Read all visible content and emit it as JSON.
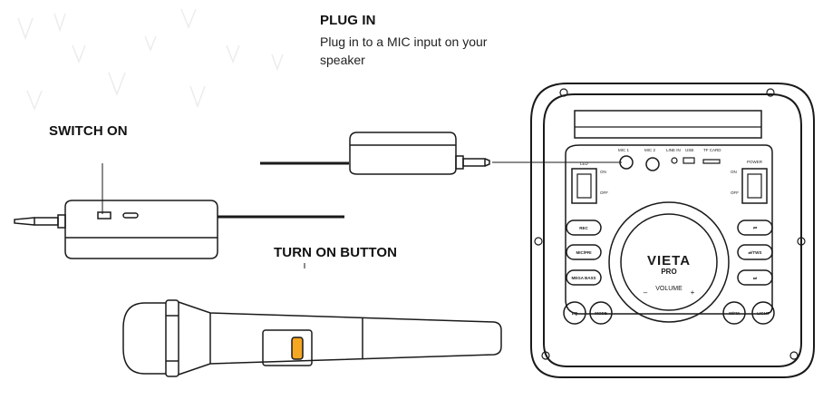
{
  "headings": {
    "plug_in": "PLUG IN",
    "switch_on": "SWITCH ON",
    "turn_on_button": "TURN ON BUTTON"
  },
  "plug_in_description": "Plug in to a MIC input on your speaker",
  "speaker": {
    "brand_line1": "VIETA",
    "brand_line2": "PRO",
    "volume_label": "VOLUME",
    "volume_minus": "–",
    "volume_plus": "+",
    "top_labels": [
      "MIC 1",
      "MIC 2",
      "LINE IN",
      "USB",
      "TF CARD"
    ],
    "left_switch": {
      "label": "LED",
      "on": "ON",
      "off": "OFF"
    },
    "right_switch": {
      "label": "POWER",
      "on": "ON",
      "off": "OFF"
    },
    "left_buttons": [
      "REC",
      "MIC/PRI",
      "MEGA BASS"
    ],
    "right_buttons": [
      "⏮",
      "⏯/TWS",
      "⏭"
    ],
    "bottom_buttons": [
      "EQ",
      "MODE",
      "M/FM",
      "LIGHT"
    ]
  },
  "colors": {
    "line": "#1a1a1a",
    "accent_orange": "#f5a623",
    "watermark": "#eeeeee"
  }
}
